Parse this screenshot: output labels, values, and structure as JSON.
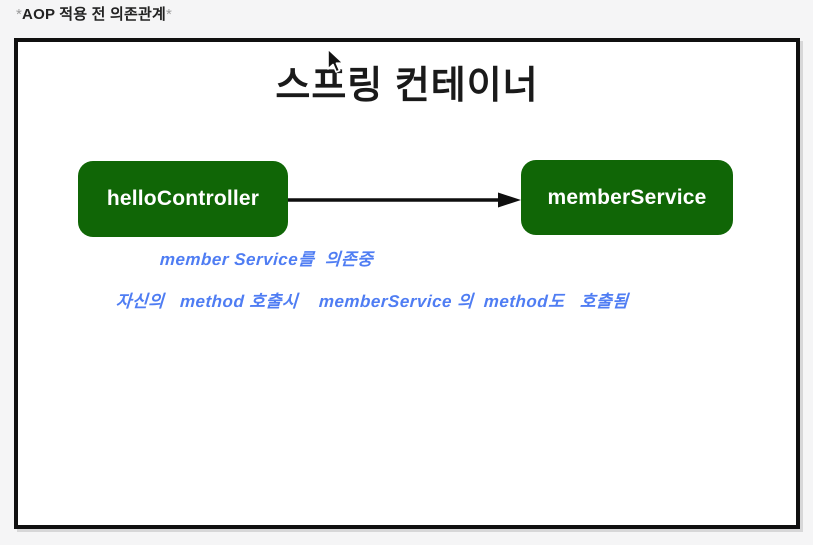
{
  "caption": {
    "star_left": "*",
    "text": "AOP 적용 전 의존관계",
    "star_right": "*"
  },
  "diagram": {
    "title": "스프링 컨테이너",
    "nodes": [
      {
        "id": "helloController",
        "label": "helloController"
      },
      {
        "id": "memberService",
        "label": "memberService"
      }
    ],
    "arrow": {
      "from": "helloController",
      "to": "memberService",
      "direction": "right"
    },
    "annotations": {
      "line1": "member Service를  의존중",
      "line2": "자신의   method 호출시    memberService 의  method도   호출됨"
    }
  },
  "colors": {
    "node_background": "#106606",
    "node_text": "#ffffff",
    "annotation_blue": "#4f7df3",
    "frame_border": "#101010",
    "page_background": "#f5f5f6"
  }
}
